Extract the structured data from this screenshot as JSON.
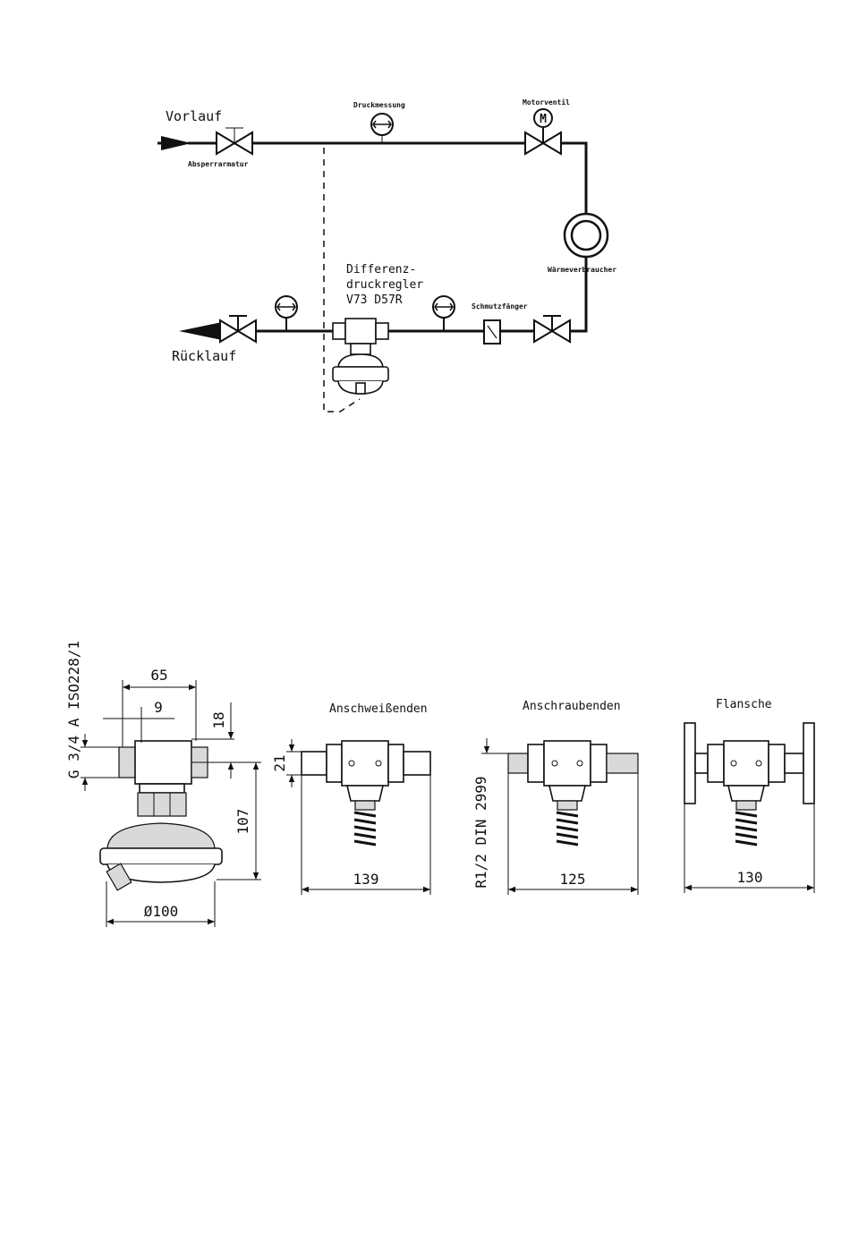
{
  "schematic": {
    "vorlauf": "Vorlauf",
    "ruecklauf": "Rücklauf",
    "absperrarmatur": "Absperrarmatur",
    "druckmessung": "Druckmessung",
    "motorventil": "Motorventil",
    "motor_symbol": "M",
    "waermeverbraucher": "Wärmeverbraucher",
    "regler_line1": "Differenz-",
    "regler_line2": "druckregler",
    "regler_line3": "V73 D57R",
    "schmutzfaenger": "Schmutzfänger"
  },
  "dimensions": {
    "side_view": {
      "thread_label": "G 3/4 A ISO228/1",
      "width_65": "65",
      "offset_9": "9",
      "height_18": "18",
      "height_107": "107",
      "diameter_100": "Ø100"
    },
    "weld_ends": {
      "title": "Anschweißenden",
      "height_21": "21",
      "length": "139"
    },
    "screw_ends": {
      "title": "Anschraubenden",
      "thread_label": "R1/2 DIN 2999",
      "length": "125"
    },
    "flanges": {
      "title": "Flansche",
      "length": "130"
    }
  }
}
